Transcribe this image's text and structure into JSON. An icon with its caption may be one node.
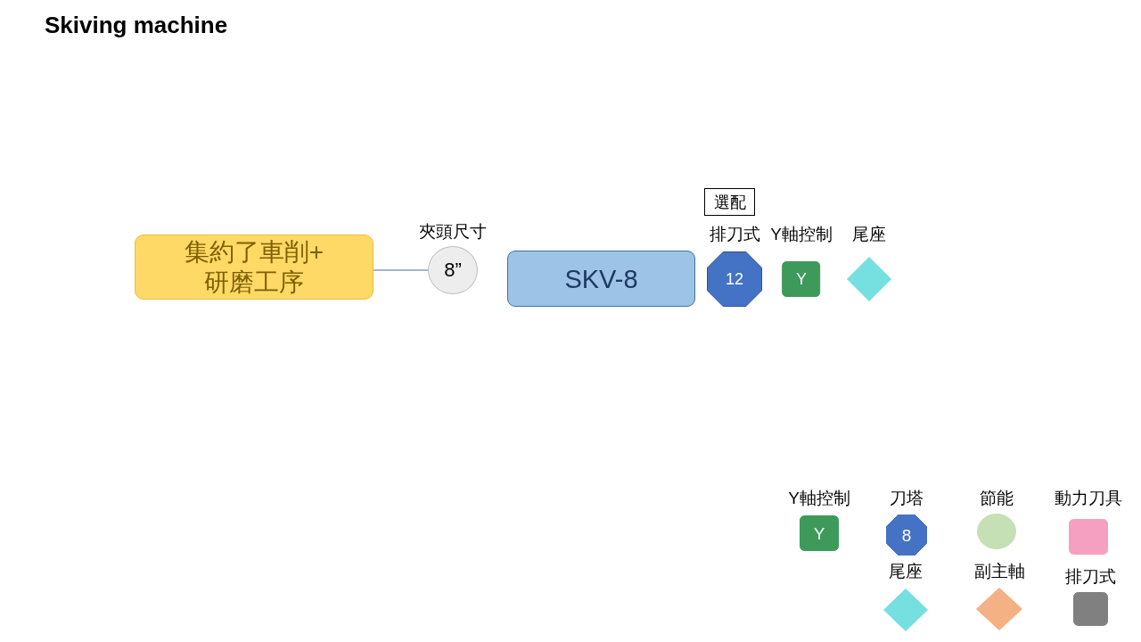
{
  "diagram": {
    "title": "Skiving machine",
    "nodes": [
      {
        "text": [
          "集約了車削+研磨工序"
        ]
      },
      {
        "text": [
          "夾頭尺寸",
          "8”"
        ]
      },
      {
        "text": [
          "SKV-8"
        ]
      },
      {
        "text": [
          "選配"
        ]
      },
      {
        "text": [
          "排刀式",
          "12"
        ]
      },
      {
        "text": [
          "Y軸控制",
          "Y"
        ]
      },
      {
        "text": [
          "尾座"
        ]
      }
    ],
    "edges": [
      {
        "from": 0,
        "to": 1,
        "arrow": "none"
      }
    ],
    "labels": [
      "Y",
      "8"
    ],
    "legend": [
      {
        "text": "Y軸控制",
        "color": "#3d9a5b"
      },
      {
        "text": "刀塔",
        "color": "#4472c4"
      },
      {
        "text": "節能",
        "color": "#c5e0b4"
      },
      {
        "text": "動力刀具",
        "color": "#f5a0c0"
      },
      {
        "text": "尾座",
        "color": "#76dfe0"
      },
      {
        "text": "副主軸",
        "color": "#f4b183"
      },
      {
        "text": "排刀式",
        "color": "#808080"
      }
    ]
  }
}
